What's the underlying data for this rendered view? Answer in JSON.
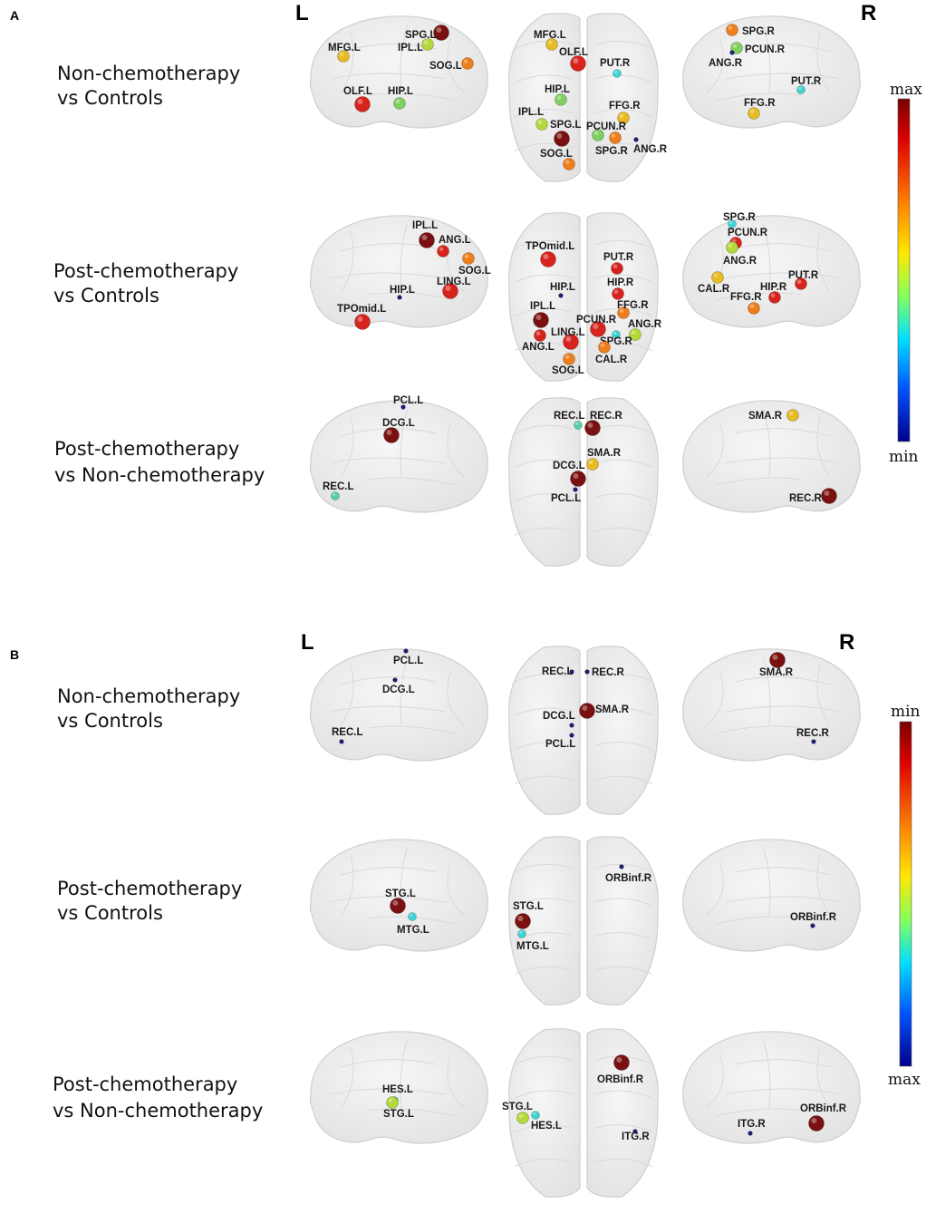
{
  "colors": {
    "darkred": "#7a1010",
    "red": "#d8231d",
    "orange": "#ee7d1c",
    "gold": "#e7bb22",
    "yellowgreen": "#b4d83a",
    "green": "#7fd060",
    "cyan": "#3ed4d6",
    "teal": "#55d0a8",
    "navy": "#1a1f7a",
    "blue": "#2a3aa0"
  },
  "sides": {
    "left": "L",
    "right": "R"
  },
  "panels": [
    {
      "letter": "A",
      "colorbar": {
        "top_label": "max",
        "bottom_label": "min",
        "direction": "max-top"
      },
      "rows": [
        {
          "label_lines": [
            "Non-chemotherapy",
            "vs Controls"
          ],
          "views": {
            "left": [
              {
                "label": "MFG.L",
                "c": "gold",
                "s": 2
              },
              {
                "label": "SPG.L",
                "c": "darkred",
                "s": 3
              },
              {
                "label": "IPL.L",
                "c": "yellowgreen",
                "s": 2
              },
              {
                "label": "SOG.L",
                "c": "orange",
                "s": 2
              },
              {
                "label": "OLF.L",
                "c": "red",
                "s": 3
              },
              {
                "label": "HIP.L",
                "c": "green",
                "s": 2
              }
            ],
            "top": [
              {
                "label": "MFG.L",
                "c": "gold",
                "s": 2
              },
              {
                "label": "OLF.L",
                "c": "red",
                "s": 3
              },
              {
                "label": "PUT.R",
                "c": "cyan",
                "s": 1
              },
              {
                "label": "HIP.L",
                "c": "green",
                "s": 2
              },
              {
                "label": "FFG.R",
                "c": "gold",
                "s": 2
              },
              {
                "label": "IPL.L",
                "c": "yellowgreen",
                "s": 2
              },
              {
                "label": "SPG.L",
                "c": "darkred",
                "s": 3
              },
              {
                "label": "PCUN.R",
                "c": "green",
                "s": 2
              },
              {
                "label": "SPG.R",
                "c": "orange",
                "s": 2
              },
              {
                "label": "ANG.R",
                "c": "navy",
                "s": 0
              },
              {
                "label": "SOG.L",
                "c": "orange",
                "s": 2
              }
            ],
            "right": [
              {
                "label": "SPG.R",
                "c": "orange",
                "s": 2
              },
              {
                "label": "PCUN.R",
                "c": "green",
                "s": 2
              },
              {
                "label": "ANG.R",
                "c": "navy",
                "s": 0
              },
              {
                "label": "PUT.R",
                "c": "cyan",
                "s": 1
              },
              {
                "label": "FFG.R",
                "c": "gold",
                "s": 2
              }
            ]
          }
        },
        {
          "label_lines": [
            "Post-chemotherapy",
            "vs Controls"
          ],
          "views": {
            "left": [
              {
                "label": "IPL.L",
                "c": "darkred",
                "s": 3
              },
              {
                "label": "ANG.L",
                "c": "red",
                "s": 2
              },
              {
                "label": "SOG.L",
                "c": "orange",
                "s": 2
              },
              {
                "label": "LING.L",
                "c": "red",
                "s": 3
              },
              {
                "label": "HIP.L",
                "c": "navy",
                "s": 0
              },
              {
                "label": "TPOmid.L",
                "c": "red",
                "s": 3
              }
            ],
            "top": [
              {
                "label": "TPOmid.L",
                "c": "red",
                "s": 3
              },
              {
                "label": "PUT.R",
                "c": "red",
                "s": 2
              },
              {
                "label": "HIP.L",
                "c": "navy",
                "s": 0
              },
              {
                "label": "HIP.R",
                "c": "red",
                "s": 2
              },
              {
                "label": "FFG.R",
                "c": "orange",
                "s": 2
              },
              {
                "label": "IPL.L",
                "c": "darkred",
                "s": 3
              },
              {
                "label": "PCUN.R",
                "c": "red",
                "s": 3
              },
              {
                "label": "ANG.R",
                "c": "yellowgreen",
                "s": 2
              },
              {
                "label": "LING.L",
                "c": "red",
                "s": 3
              },
              {
                "label": "ANG.L",
                "c": "red",
                "s": 2
              },
              {
                "label": "SPG.R",
                "c": "cyan",
                "s": 1
              },
              {
                "label": "CAL.R",
                "c": "orange",
                "s": 2
              },
              {
                "label": "SOG.L",
                "c": "orange",
                "s": 2
              }
            ],
            "right": [
              {
                "label": "SPG.R",
                "c": "cyan",
                "s": 1
              },
              {
                "label": "PCUN.R",
                "c": "red",
                "s": 2
              },
              {
                "label": "ANG.R",
                "c": "yellowgreen",
                "s": 2
              },
              {
                "label": "PUT.R",
                "c": "red",
                "s": 2
              },
              {
                "label": "CAL.R",
                "c": "gold",
                "s": 2
              },
              {
                "label": "HIP.R",
                "c": "red",
                "s": 2
              },
              {
                "label": "FFG.R",
                "c": "orange",
                "s": 2
              }
            ]
          }
        },
        {
          "label_lines": [
            "Post-chemotherapy",
            "vs Non-chemotherapy"
          ],
          "views": {
            "left": [
              {
                "label": "PCL.L",
                "c": "navy",
                "s": 0
              },
              {
                "label": "DCG.L",
                "c": "darkred",
                "s": 3
              },
              {
                "label": "REC.L",
                "c": "teal",
                "s": 1
              }
            ],
            "top": [
              {
                "label": "REC.L",
                "c": "teal",
                "s": 1
              },
              {
                "label": "REC.R",
                "c": "darkred",
                "s": 3
              },
              {
                "label": "SMA.R",
                "c": "gold",
                "s": 2
              },
              {
                "label": "DCG.L",
                "c": "darkred",
                "s": 3
              },
              {
                "label": "PCL.L",
                "c": "navy",
                "s": 0
              }
            ],
            "right": [
              {
                "label": "SMA.R",
                "c": "gold",
                "s": 2
              },
              {
                "label": "REC.R",
                "c": "darkred",
                "s": 3
              }
            ]
          }
        }
      ]
    },
    {
      "letter": "B",
      "colorbar": {
        "top_label": "min",
        "bottom_label": "max",
        "direction": "min-top"
      },
      "rows": [
        {
          "label_lines": [
            "Non-chemotherapy",
            "vs Controls"
          ],
          "views": {
            "left": [
              {
                "label": "PCL.L",
                "c": "navy",
                "s": 0
              },
              {
                "label": "DCG.L",
                "c": "navy",
                "s": 0
              },
              {
                "label": "REC.L",
                "c": "navy",
                "s": 0
              }
            ],
            "top": [
              {
                "label": "REC.L",
                "c": "navy",
                "s": 0
              },
              {
                "label": "REC.R",
                "c": "navy",
                "s": 0
              },
              {
                "label": "SMA.R",
                "c": "darkred",
                "s": 3
              },
              {
                "label": "DCG.L",
                "c": "navy",
                "s": 0
              },
              {
                "label": "PCL.L",
                "c": "navy",
                "s": 0
              }
            ],
            "right": [
              {
                "label": "SMA.R",
                "c": "darkred",
                "s": 3
              },
              {
                "label": "REC.R",
                "c": "navy",
                "s": 0
              }
            ]
          }
        },
        {
          "label_lines": [
            "Post-chemotherapy",
            "vs Controls"
          ],
          "views": {
            "left": [
              {
                "label": "STG.L",
                "c": "darkred",
                "s": 3
              },
              {
                "label": "MTG.L",
                "c": "cyan",
                "s": 1
              }
            ],
            "top": [
              {
                "label": "ORBinf.R",
                "c": "navy",
                "s": 0
              },
              {
                "label": "STG.L",
                "c": "darkred",
                "s": 3
              },
              {
                "label": "MTG.L",
                "c": "cyan",
                "s": 1
              }
            ],
            "right": [
              {
                "label": "ORBinf.R",
                "c": "navy",
                "s": 0
              }
            ]
          }
        },
        {
          "label_lines": [
            "Post-chemotherapy",
            "vs Non-chemotherapy"
          ],
          "views": {
            "left": [
              {
                "label": "HES.L",
                "c": "cyan",
                "s": 1
              },
              {
                "label": "STG.L",
                "c": "yellowgreen",
                "s": 2
              }
            ],
            "top": [
              {
                "label": "ORBinf.R",
                "c": "darkred",
                "s": 3
              },
              {
                "label": "STG.L",
                "c": "yellowgreen",
                "s": 2
              },
              {
                "label": "HES.L",
                "c": "cyan",
                "s": 1
              },
              {
                "label": "ITG.R",
                "c": "navy",
                "s": 0
              }
            ],
            "right": [
              {
                "label": "ITG.R",
                "c": "navy",
                "s": 0
              },
              {
                "label": "ORBinf.R",
                "c": "darkred",
                "s": 3
              }
            ]
          }
        }
      ]
    }
  ]
}
